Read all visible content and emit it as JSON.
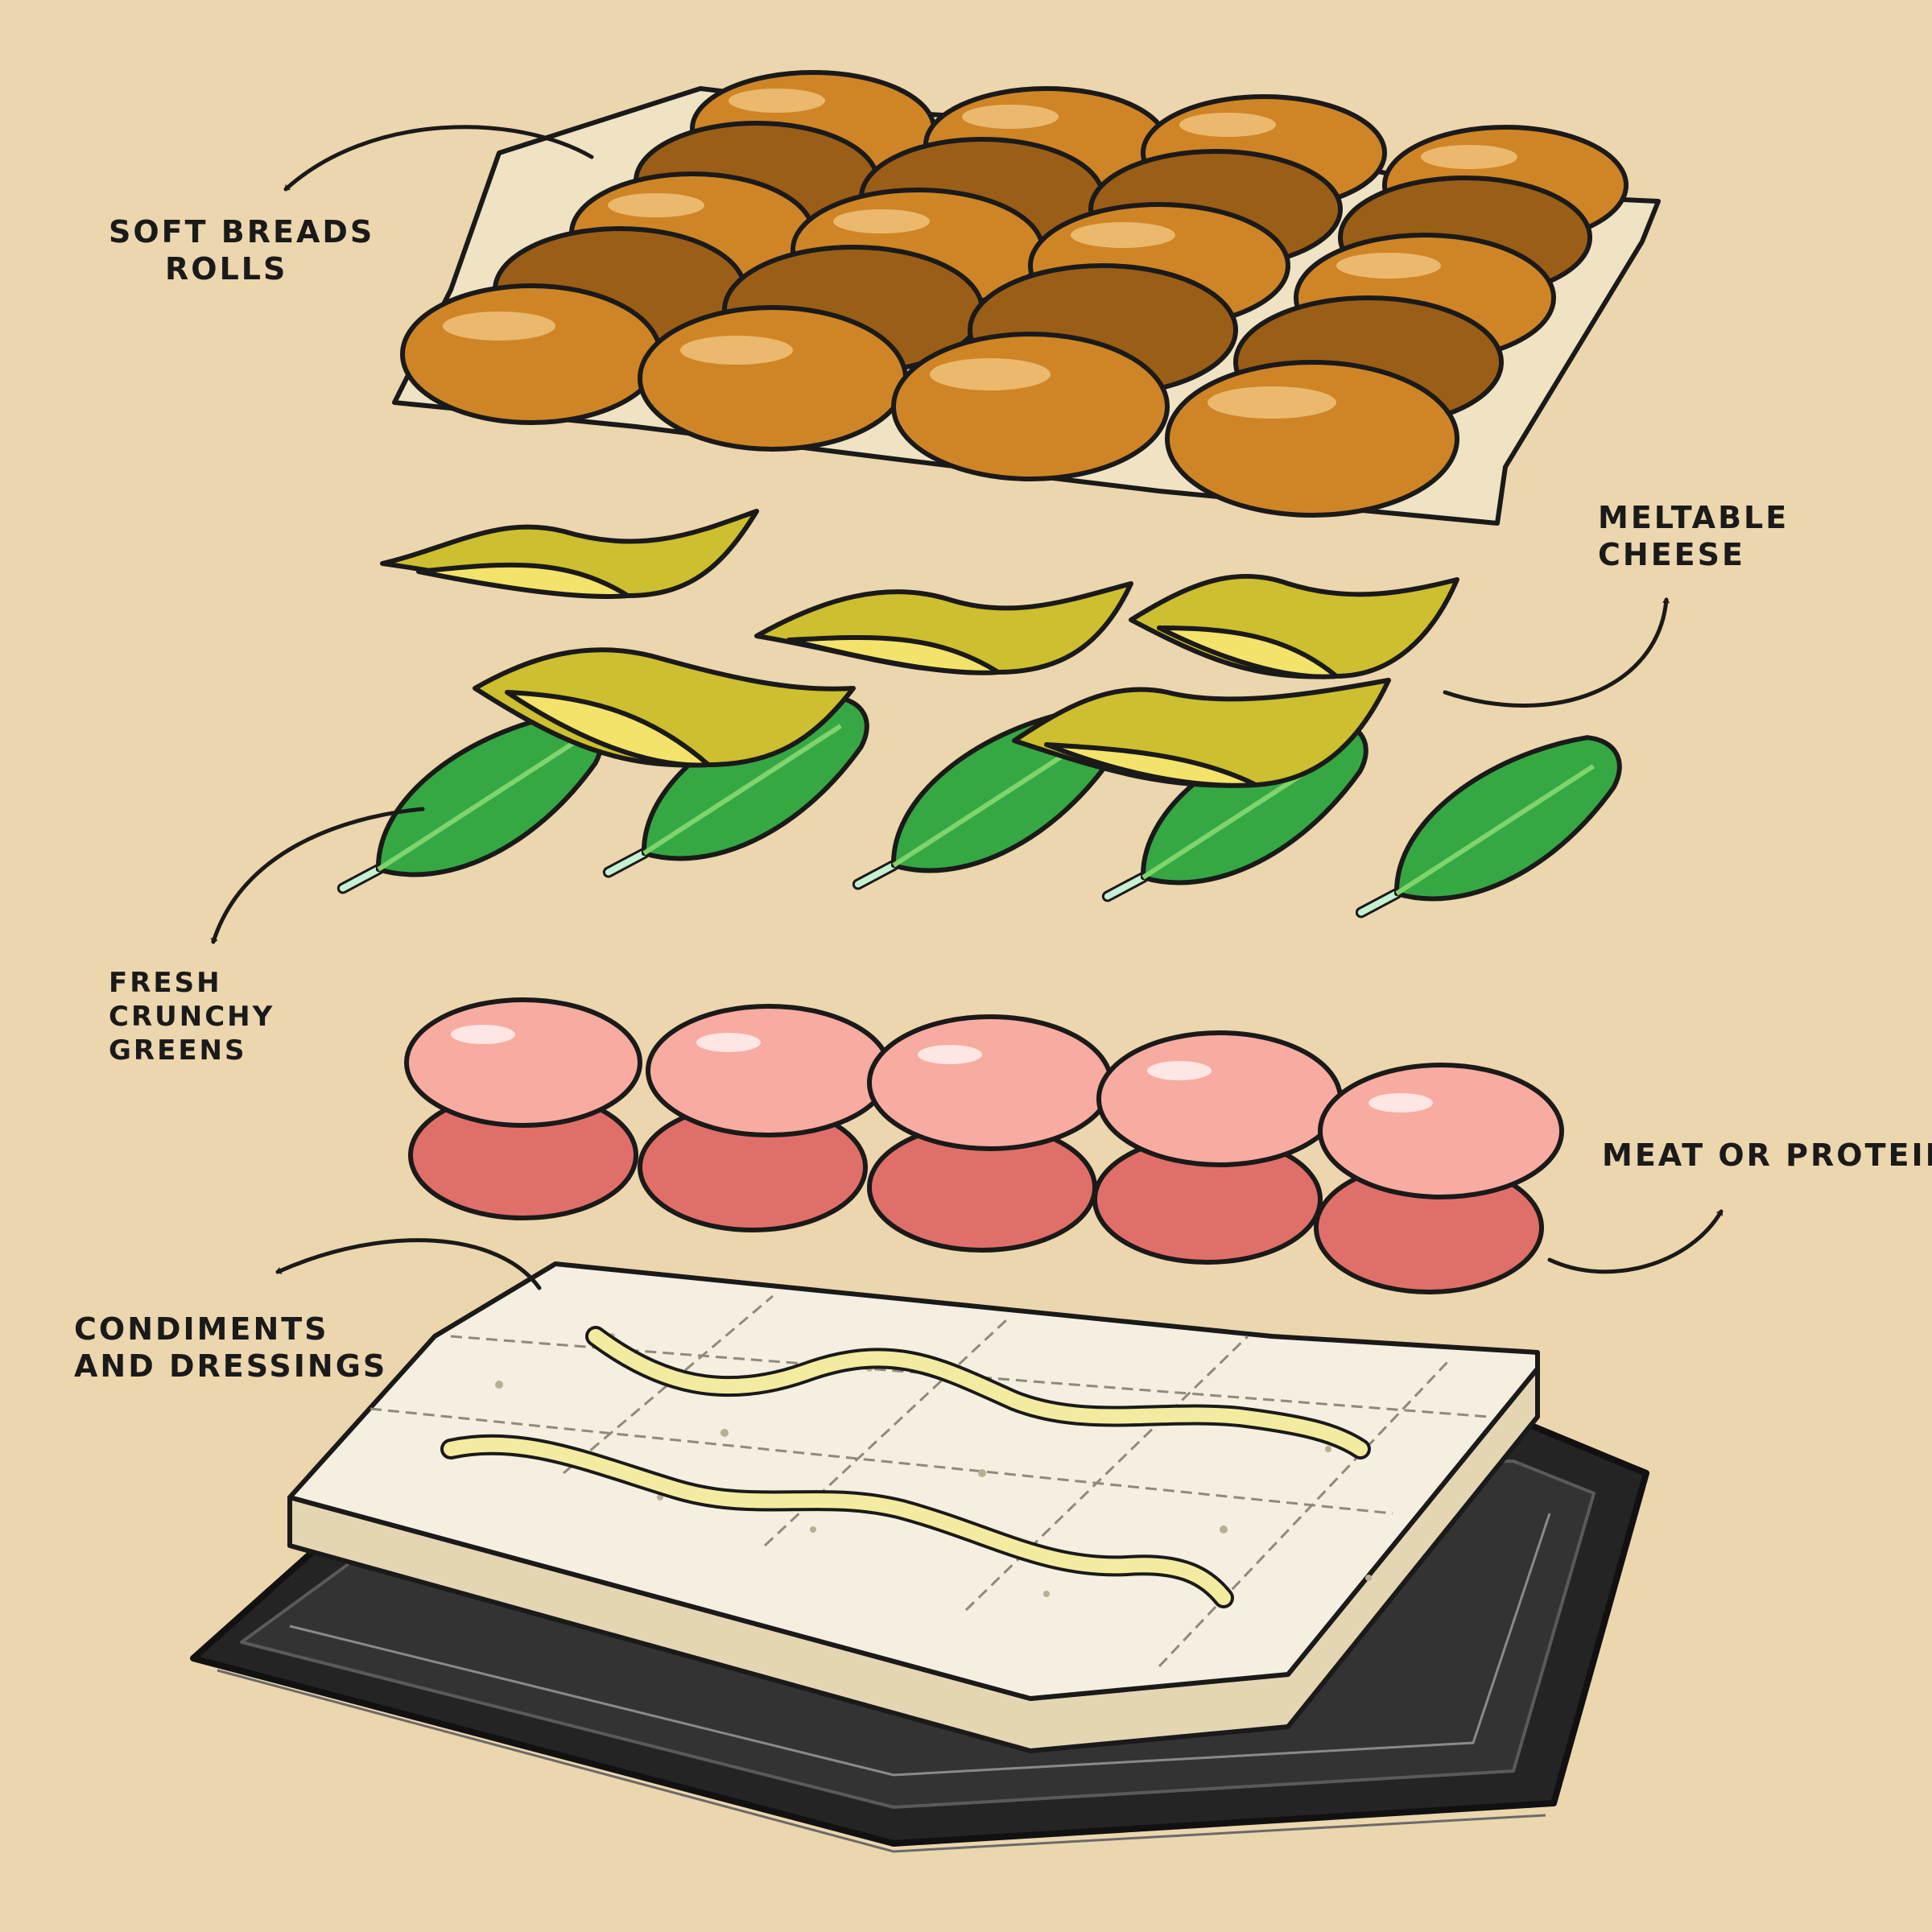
{
  "colors": {
    "background": "#ecd6ae",
    "outline": "#1a1a1a",
    "bun_top": "#cf8526",
    "bun_shadow": "#9b5e17",
    "bun_highlight": "#f0c27a",
    "crumb": "#efe3c4",
    "cheese_light": "#f3e36a",
    "cheese_dark": "#cdbf2f",
    "lettuce": "#35a843",
    "lettuce_light": "#7fd46b",
    "stem": "#c6f0d2",
    "meat_light": "#f8aba0",
    "meat_dark": "#e06f6a",
    "bread_base": "#f4efe0",
    "bread_edge": "#e4d6b3",
    "mayo": "#f3eca0",
    "tray": "#2a2a2a",
    "tray_highlight": "#8a8a8a"
  },
  "layers": [
    {
      "id": "rolls",
      "lines": [
        "Soft breads",
        "rolls"
      ]
    },
    {
      "id": "cheese",
      "lines": [
        "Meltable",
        "cheese"
      ]
    },
    {
      "id": "greens",
      "lines": [
        "Fresh",
        "crunchy",
        "greens"
      ]
    },
    {
      "id": "meat",
      "lines": [
        "Meat or protein"
      ]
    },
    {
      "id": "condiments",
      "lines": [
        "Condiments",
        "and dressings"
      ]
    }
  ]
}
